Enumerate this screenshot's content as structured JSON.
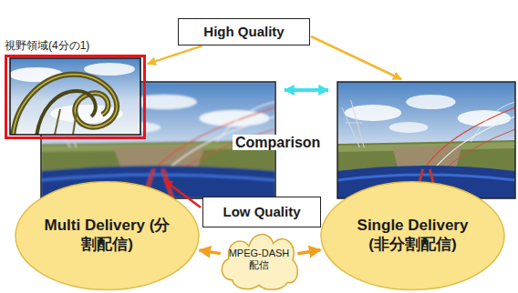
{
  "diagram": {
    "nodes": [
      {
        "text": [
          "視野領域(4分の1)"
        ]
      },
      {
        "text": [
          "High Quality"
        ]
      },
      {
        "text": [
          "Low Quality"
        ]
      },
      {
        "text": [
          "Multi Delivery (分割配信)"
        ]
      },
      {
        "text": [
          "MPEG-DASH 配信"
        ]
      },
      {
        "text": [
          "Single Delivery (非分割配信)"
        ]
      }
    ],
    "edges": [
      {
        "from": 1,
        "to": 0,
        "arrow": "to"
      },
      {
        "from": 4,
        "to": 3,
        "arrow": "to"
      },
      {
        "from": 4,
        "to": 5,
        "arrow": "to"
      }
    ],
    "labels": [
      "Comparison"
    ]
  }
}
